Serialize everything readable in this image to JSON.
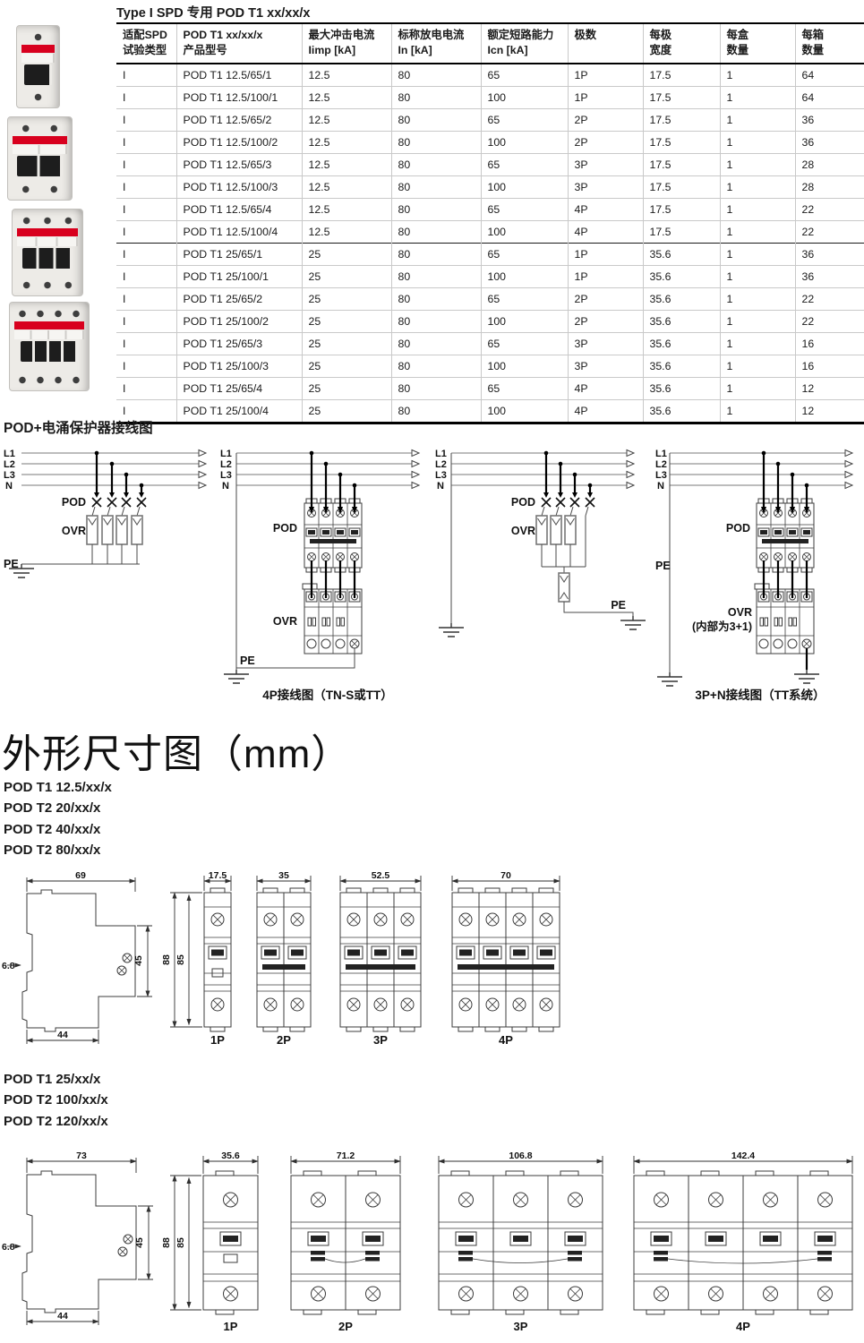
{
  "table": {
    "title": "Type I SPD 专用 POD T1 xx/xx/x",
    "headers": [
      {
        "l1": "适配SPD",
        "l2": "试验类型"
      },
      {
        "l1": "POD T1 xx/xx/x",
        "l2": "产品型号"
      },
      {
        "l1": "最大冲击电流",
        "l2": "Iimp [kA]"
      },
      {
        "l1": "标称放电电流",
        "l2": "In  [kA]"
      },
      {
        "l1": "额定短路能力",
        "l2": "Icn [kA]"
      },
      {
        "l1": "极数",
        "l2": ""
      },
      {
        "l1": "每极",
        "l2": "宽度"
      },
      {
        "l1": "每盒",
        "l2": "数量"
      },
      {
        "l1": "每箱",
        "l2": "数量"
      }
    ],
    "rows": [
      [
        "I",
        "POD T1 12.5/65/1",
        "12.5",
        "80",
        "65",
        "1P",
        "17.5",
        "1",
        "64"
      ],
      [
        "I",
        "POD T1 12.5/100/1",
        "12.5",
        "80",
        "100",
        "1P",
        "17.5",
        "1",
        "64"
      ],
      [
        "I",
        "POD T1 12.5/65/2",
        "12.5",
        "80",
        "65",
        "2P",
        "17.5",
        "1",
        "36"
      ],
      [
        "I",
        "POD T1 12.5/100/2",
        "12.5",
        "80",
        "100",
        "2P",
        "17.5",
        "1",
        "36"
      ],
      [
        "I",
        "POD T1 12.5/65/3",
        "12.5",
        "80",
        "65",
        "3P",
        "17.5",
        "1",
        "28"
      ],
      [
        "I",
        "POD T1 12.5/100/3",
        "12.5",
        "80",
        "100",
        "3P",
        "17.5",
        "1",
        "28"
      ],
      [
        "I",
        "POD T1 12.5/65/4",
        "12.5",
        "80",
        "65",
        "4P",
        "17.5",
        "1",
        "22"
      ],
      [
        "I",
        "POD T1 12.5/100/4",
        "12.5",
        "80",
        "100",
        "4P",
        "17.5",
        "1",
        "22"
      ],
      [
        "I",
        "POD T1 25/65/1",
        "25",
        "80",
        "65",
        "1P",
        "35.6",
        "1",
        "36"
      ],
      [
        "I",
        "POD T1 25/100/1",
        "25",
        "80",
        "100",
        "1P",
        "35.6",
        "1",
        "36"
      ],
      [
        "I",
        "POD T1 25/65/2",
        "25",
        "80",
        "65",
        "2P",
        "35.6",
        "1",
        "22"
      ],
      [
        "I",
        "POD T1 25/100/2",
        "25",
        "80",
        "100",
        "2P",
        "35.6",
        "1",
        "22"
      ],
      [
        "I",
        "POD T1 25/65/3",
        "25",
        "80",
        "65",
        "3P",
        "35.6",
        "1",
        "16"
      ],
      [
        "I",
        "POD T1 25/100/3",
        "25",
        "80",
        "100",
        "3P",
        "35.6",
        "1",
        "16"
      ],
      [
        "I",
        "POD T1 25/65/4",
        "25",
        "80",
        "65",
        "4P",
        "35.6",
        "1",
        "12"
      ],
      [
        "I",
        "POD T1 25/100/4",
        "25",
        "80",
        "100",
        "4P",
        "35.6",
        "1",
        "12"
      ]
    ],
    "group_split_after_row": 8
  },
  "wiring": {
    "title": "POD+电涌保护器接线图",
    "line_labels": [
      "L1",
      "L2",
      "L3",
      "N"
    ],
    "pod": "POD",
    "ovr": "OVR",
    "pe": "PE",
    "ovr_note": "(内部为3+1)",
    "caption_4p": "4P接线图（TN-S或TT）",
    "caption_3pn": "3P+N接线图（TT系统）"
  },
  "dims": {
    "title": "外形尺寸图（mm）",
    "g1": {
      "models": [
        "POD T1 12.5/xx/x",
        "POD T2 20/xx/x",
        "POD T2 40/xx/x",
        "POD T2 80/xx/x"
      ],
      "side_top": "69",
      "side_front": "45",
      "side_clip": "6.8",
      "side_bottom": "44",
      "h_outer": "88",
      "h_inner": "85",
      "widths": [
        "17.5",
        "35",
        "52.5",
        "70"
      ],
      "poles": [
        "1P",
        "2P",
        "3P",
        "4P"
      ]
    },
    "g2": {
      "models": [
        "POD T1 25/xx/x",
        "POD T2 100/xx/x",
        "POD T2 120/xx/x"
      ],
      "side_top": "73",
      "side_front": "45",
      "side_clip": "6.8",
      "side_bottom": "44",
      "h_outer": "88",
      "h_inner": "85",
      "widths": [
        "35.6",
        "71.2",
        "106.8",
        "142.4"
      ],
      "poles": [
        "1P",
        "2P",
        "3P",
        "4P"
      ]
    }
  }
}
